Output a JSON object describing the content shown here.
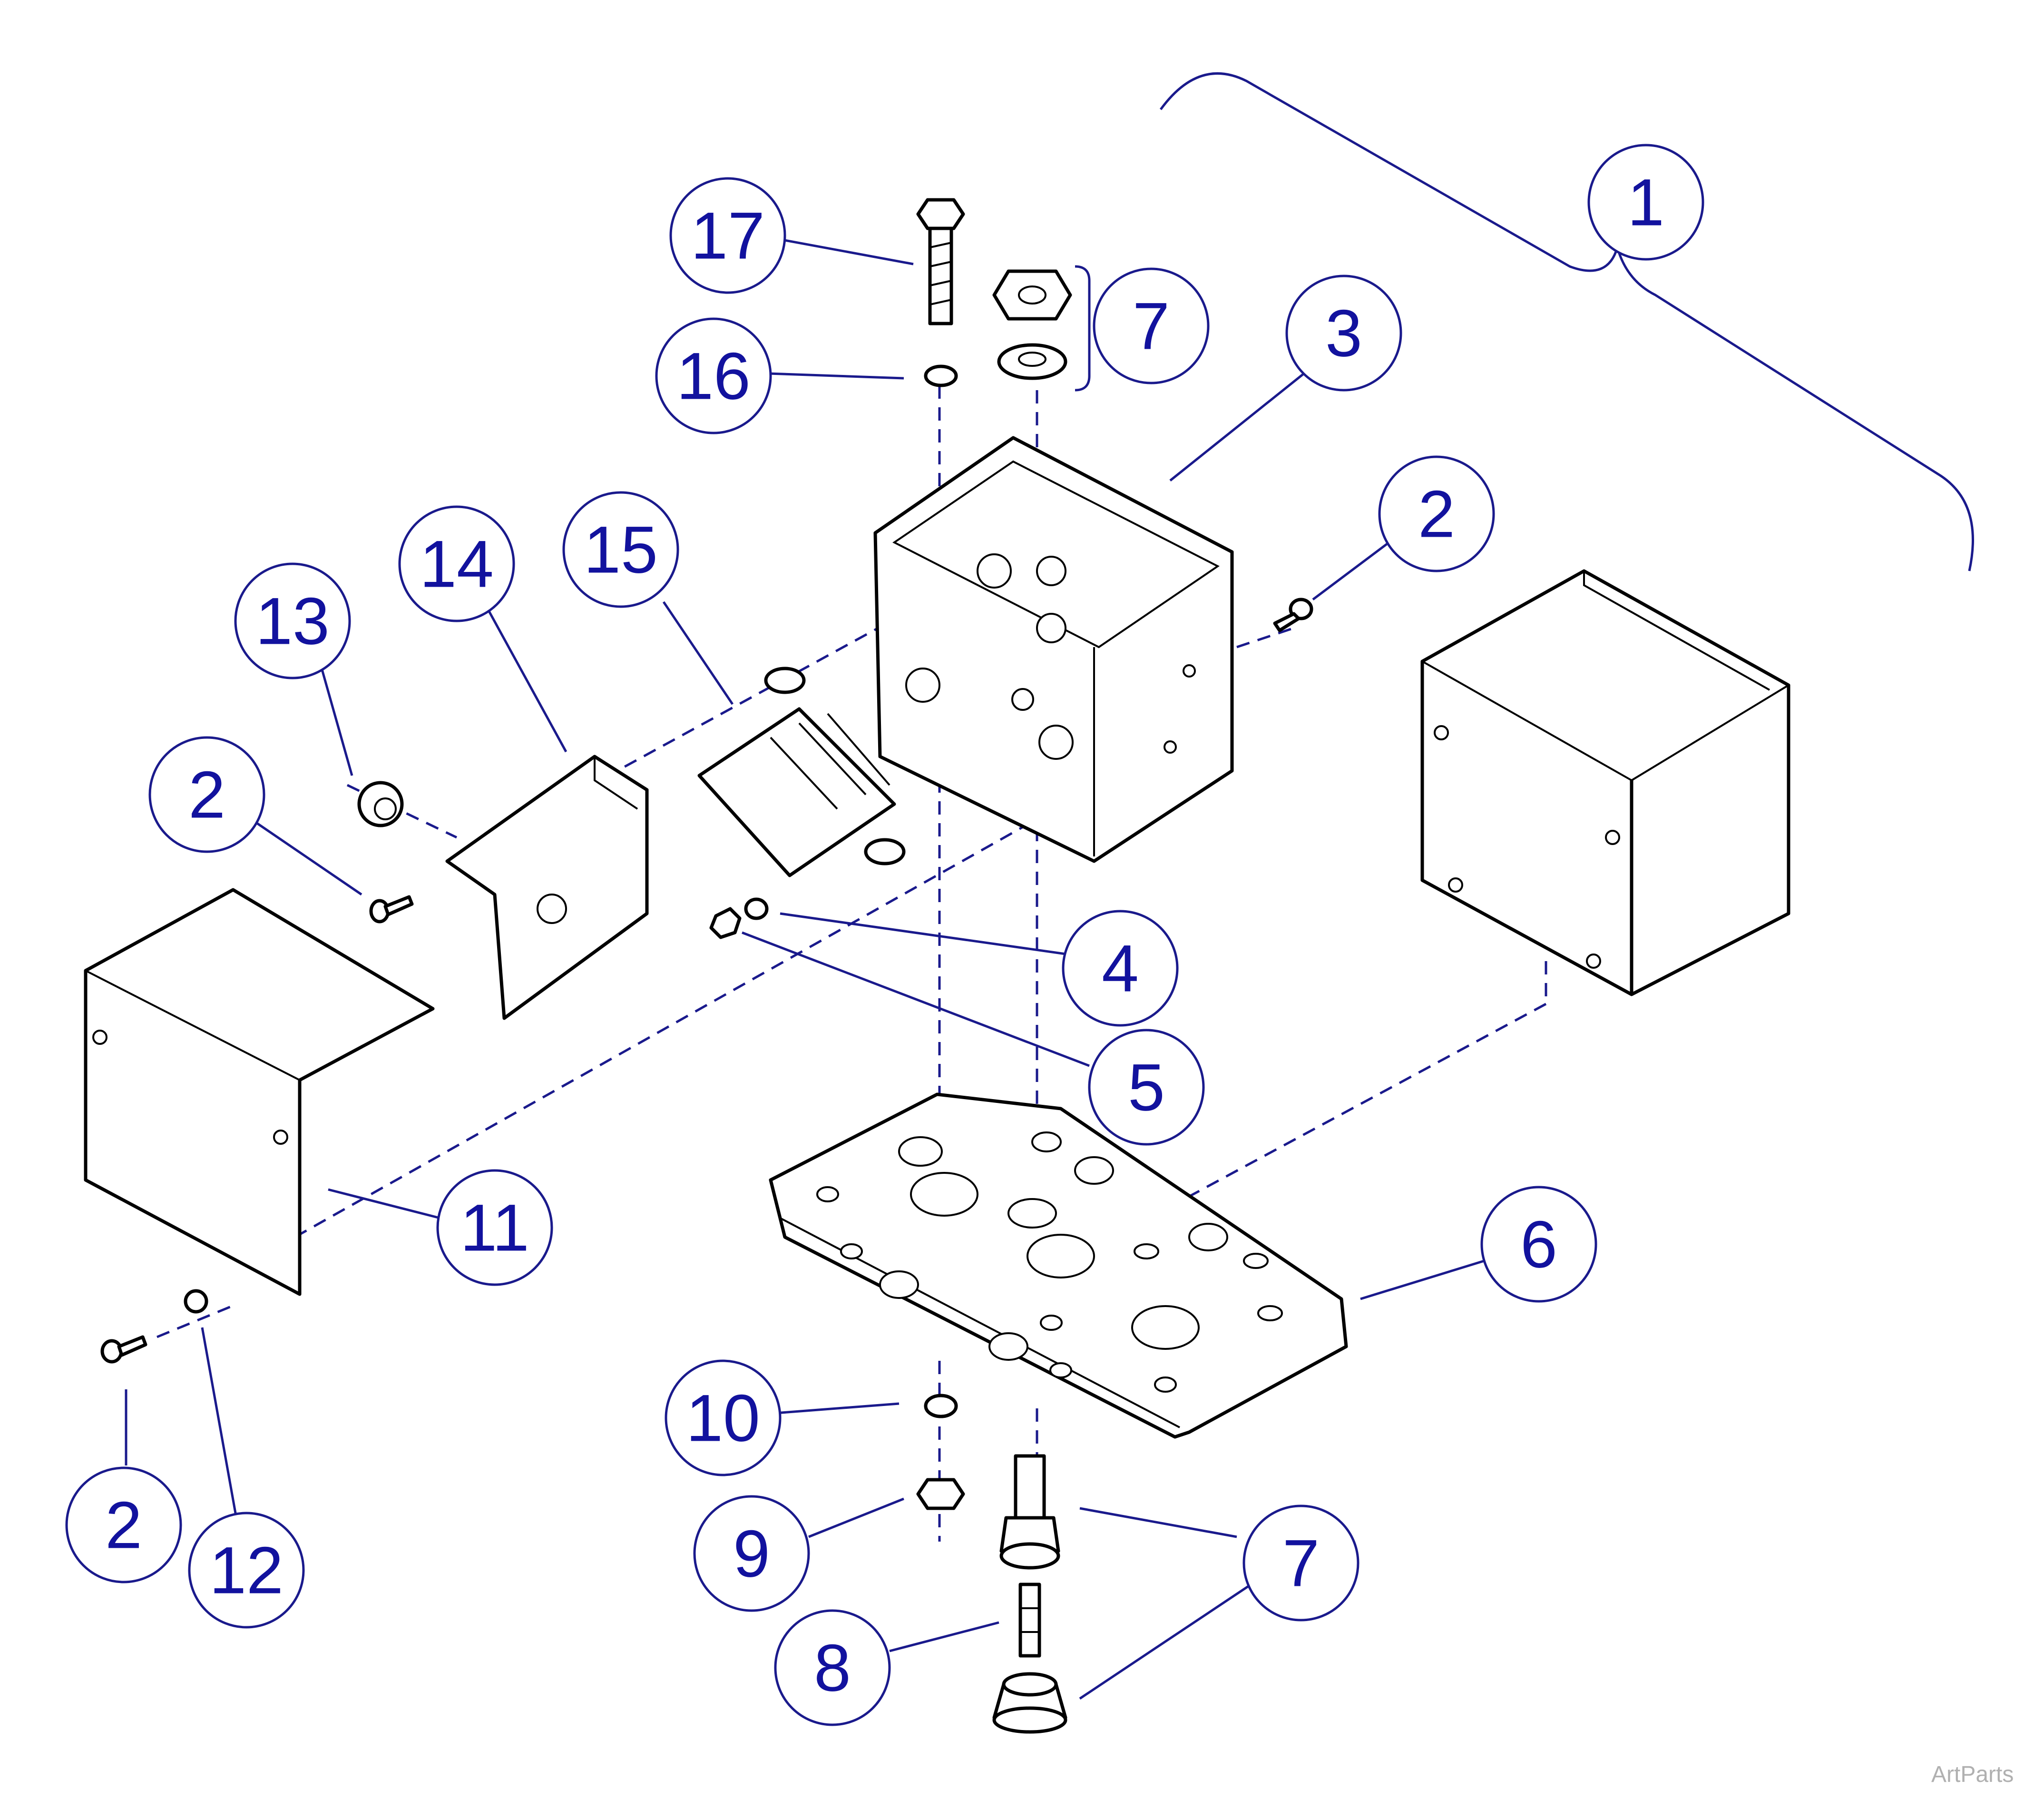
{
  "callouts": [
    {
      "id": "c1",
      "label": "1"
    },
    {
      "id": "c2a",
      "label": "2"
    },
    {
      "id": "c2b",
      "label": "2"
    },
    {
      "id": "c2c",
      "label": "2"
    },
    {
      "id": "c3",
      "label": "3"
    },
    {
      "id": "c4",
      "label": "4"
    },
    {
      "id": "c5",
      "label": "5"
    },
    {
      "id": "c6",
      "label": "6"
    },
    {
      "id": "c7a",
      "label": "7"
    },
    {
      "id": "c7b",
      "label": "7"
    },
    {
      "id": "c8",
      "label": "8"
    },
    {
      "id": "c9",
      "label": "9"
    },
    {
      "id": "c10",
      "label": "10"
    },
    {
      "id": "c11",
      "label": "11"
    },
    {
      "id": "c12",
      "label": "12"
    },
    {
      "id": "c13",
      "label": "13"
    },
    {
      "id": "c14",
      "label": "14"
    },
    {
      "id": "c15",
      "label": "15"
    },
    {
      "id": "c16",
      "label": "16"
    },
    {
      "id": "c17",
      "label": "17"
    }
  ],
  "watermark": "ArtParts",
  "colors": {
    "callout": "#12129e",
    "leader": "#1a1a8c",
    "outline": "#000000",
    "background": "#ffffff"
  }
}
